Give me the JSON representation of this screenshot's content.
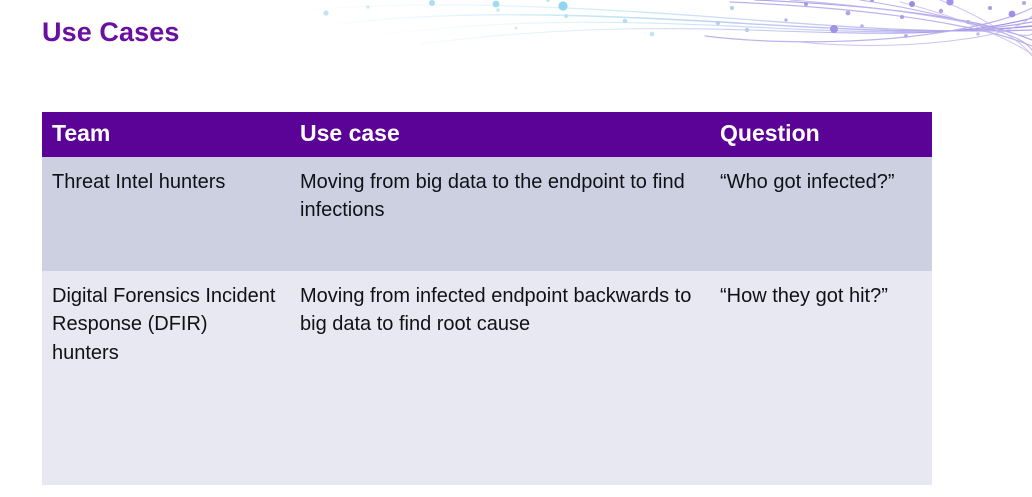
{
  "slide": {
    "title": "Use Cases",
    "title_color": "#6b0fa0",
    "background_color": "#ffffff"
  },
  "decoration": {
    "name": "flowing-lines-banner",
    "description": "curved flowing lines with dots, cyan on the left fading into purple on the right",
    "color_left": "#bfe6f5",
    "color_right": "#b0a3e8"
  },
  "table": {
    "header_background": "#5b0396",
    "header_text_color": "#ffffff",
    "row_odd_background": "#ccd0e0",
    "row_even_background": "#e7e8f1",
    "body_text_color": "#101018",
    "columns": [
      "Team",
      "Use case",
      "Question"
    ],
    "rows": [
      {
        "team": "Threat Intel hunters",
        "use_case": "Moving from big data to the endpoint to find infections",
        "question": "“Who got infected?”"
      },
      {
        "team": "Digital Forensics Incident Response (DFIR) hunters",
        "use_case": "Moving from infected endpoint backwards to big data to find root cause",
        "question": "“How they got hit?”"
      }
    ]
  }
}
